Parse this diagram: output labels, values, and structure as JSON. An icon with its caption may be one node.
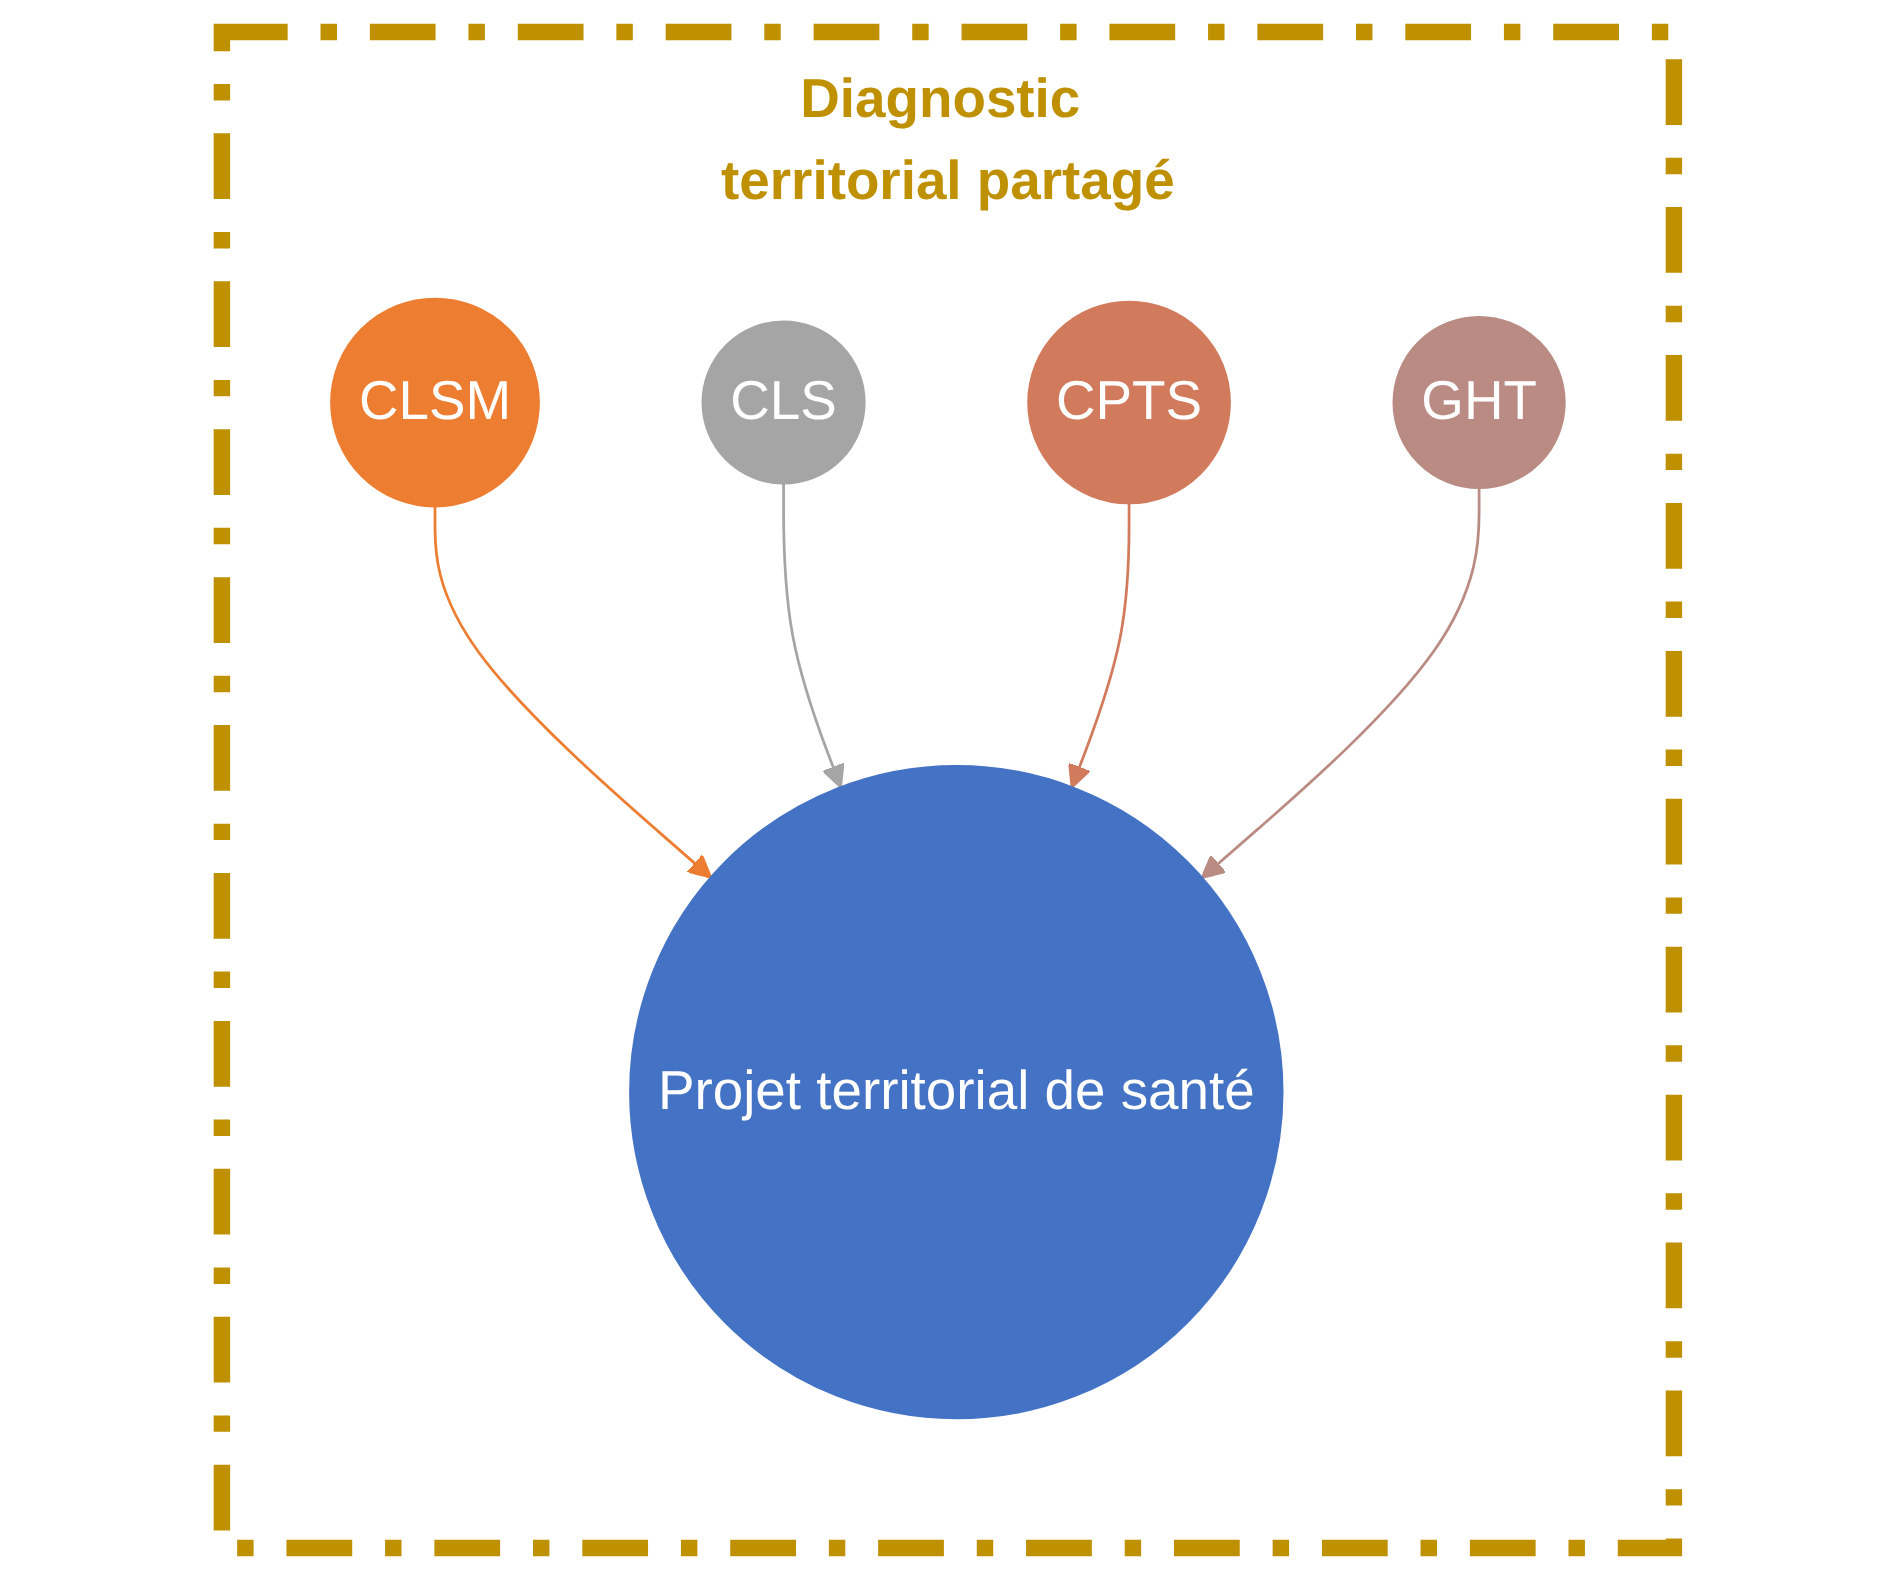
{
  "diagram": {
    "nodes": [
      {
        "text": [
          "Diagnostic territorial partagé"
        ]
      },
      {
        "text": [
          "CLSM"
        ],
        "in": 0
      },
      {
        "text": [
          "CLS"
        ],
        "in": 0
      },
      {
        "text": [
          "Projet territorial de santé"
        ],
        "in": 0
      },
      {
        "text": [
          "CPTS"
        ],
        "in": 0
      },
      {
        "text": [
          "GHT"
        ],
        "in": 0
      }
    ],
    "edges": [
      {
        "from": 1,
        "to": 3,
        "arrow": "to",
        "color": "#ed7d31"
      },
      {
        "from": 2,
        "to": 3,
        "arrow": "to",
        "color": "#a5a5a5"
      },
      {
        "from": 4,
        "to": 3,
        "arrow": "to",
        "color": "#d17a5c"
      },
      {
        "from": 5,
        "to": 3,
        "arrow": "to",
        "color": "#b98b82"
      }
    ]
  }
}
